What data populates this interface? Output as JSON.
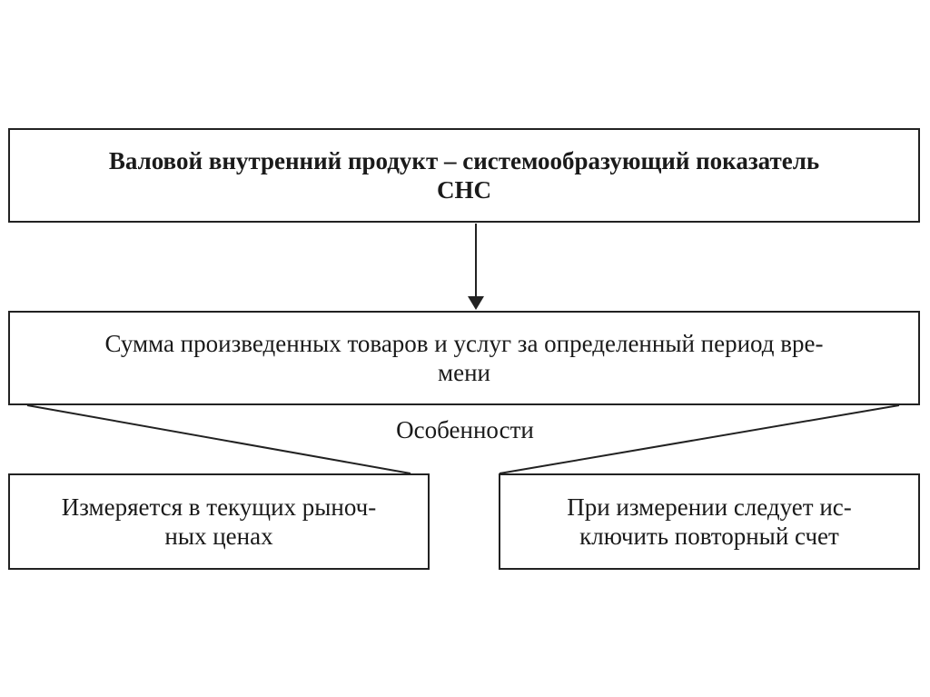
{
  "gdp_box": {
    "line1": "Валовой внутренний продукт – системообразующий показатель",
    "line2": "СНС"
  },
  "definition_box": {
    "line1": "Сумма произведенных товаров и услуг за определенный период вре-",
    "line2": "мени"
  },
  "features_label": "Особенности",
  "feature_left": {
    "line1": "Измеряется в текущих рыноч-",
    "line2": "ных ценах"
  },
  "feature_right": {
    "line1": "При измерении следует ис-",
    "line2": "ключить повторный счет"
  }
}
